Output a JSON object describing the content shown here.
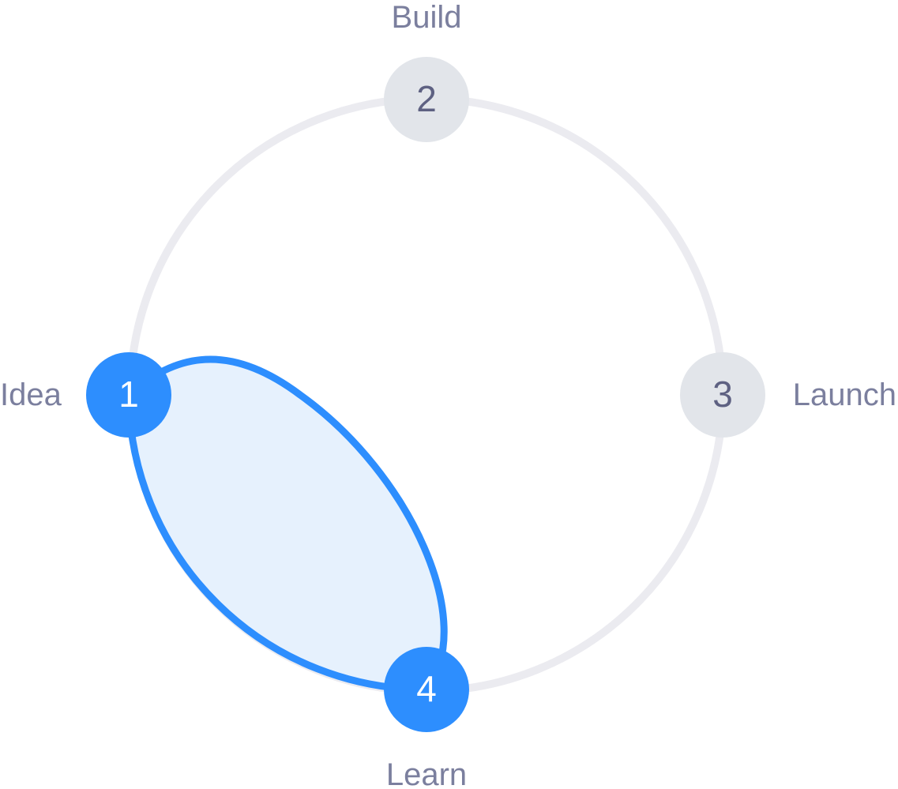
{
  "colors": {
    "ring": "#ebebf0",
    "active_node": "#2d8efe",
    "inactive_node": "#e2e5ea",
    "active_number": "#ffffff",
    "inactive_number": "#5e6182",
    "label": "#7b7f9e",
    "highlight_fill": "#e6f1fd",
    "highlight_stroke": "#2d8efe"
  },
  "steps": [
    {
      "number": "1",
      "label": "Idea",
      "active": true
    },
    {
      "number": "2",
      "label": "Build",
      "active": false
    },
    {
      "number": "3",
      "label": "Launch",
      "active": false
    },
    {
      "number": "4",
      "label": "Learn",
      "active": true
    }
  ],
  "highlighted_transition": {
    "from": "1",
    "to": "4"
  }
}
